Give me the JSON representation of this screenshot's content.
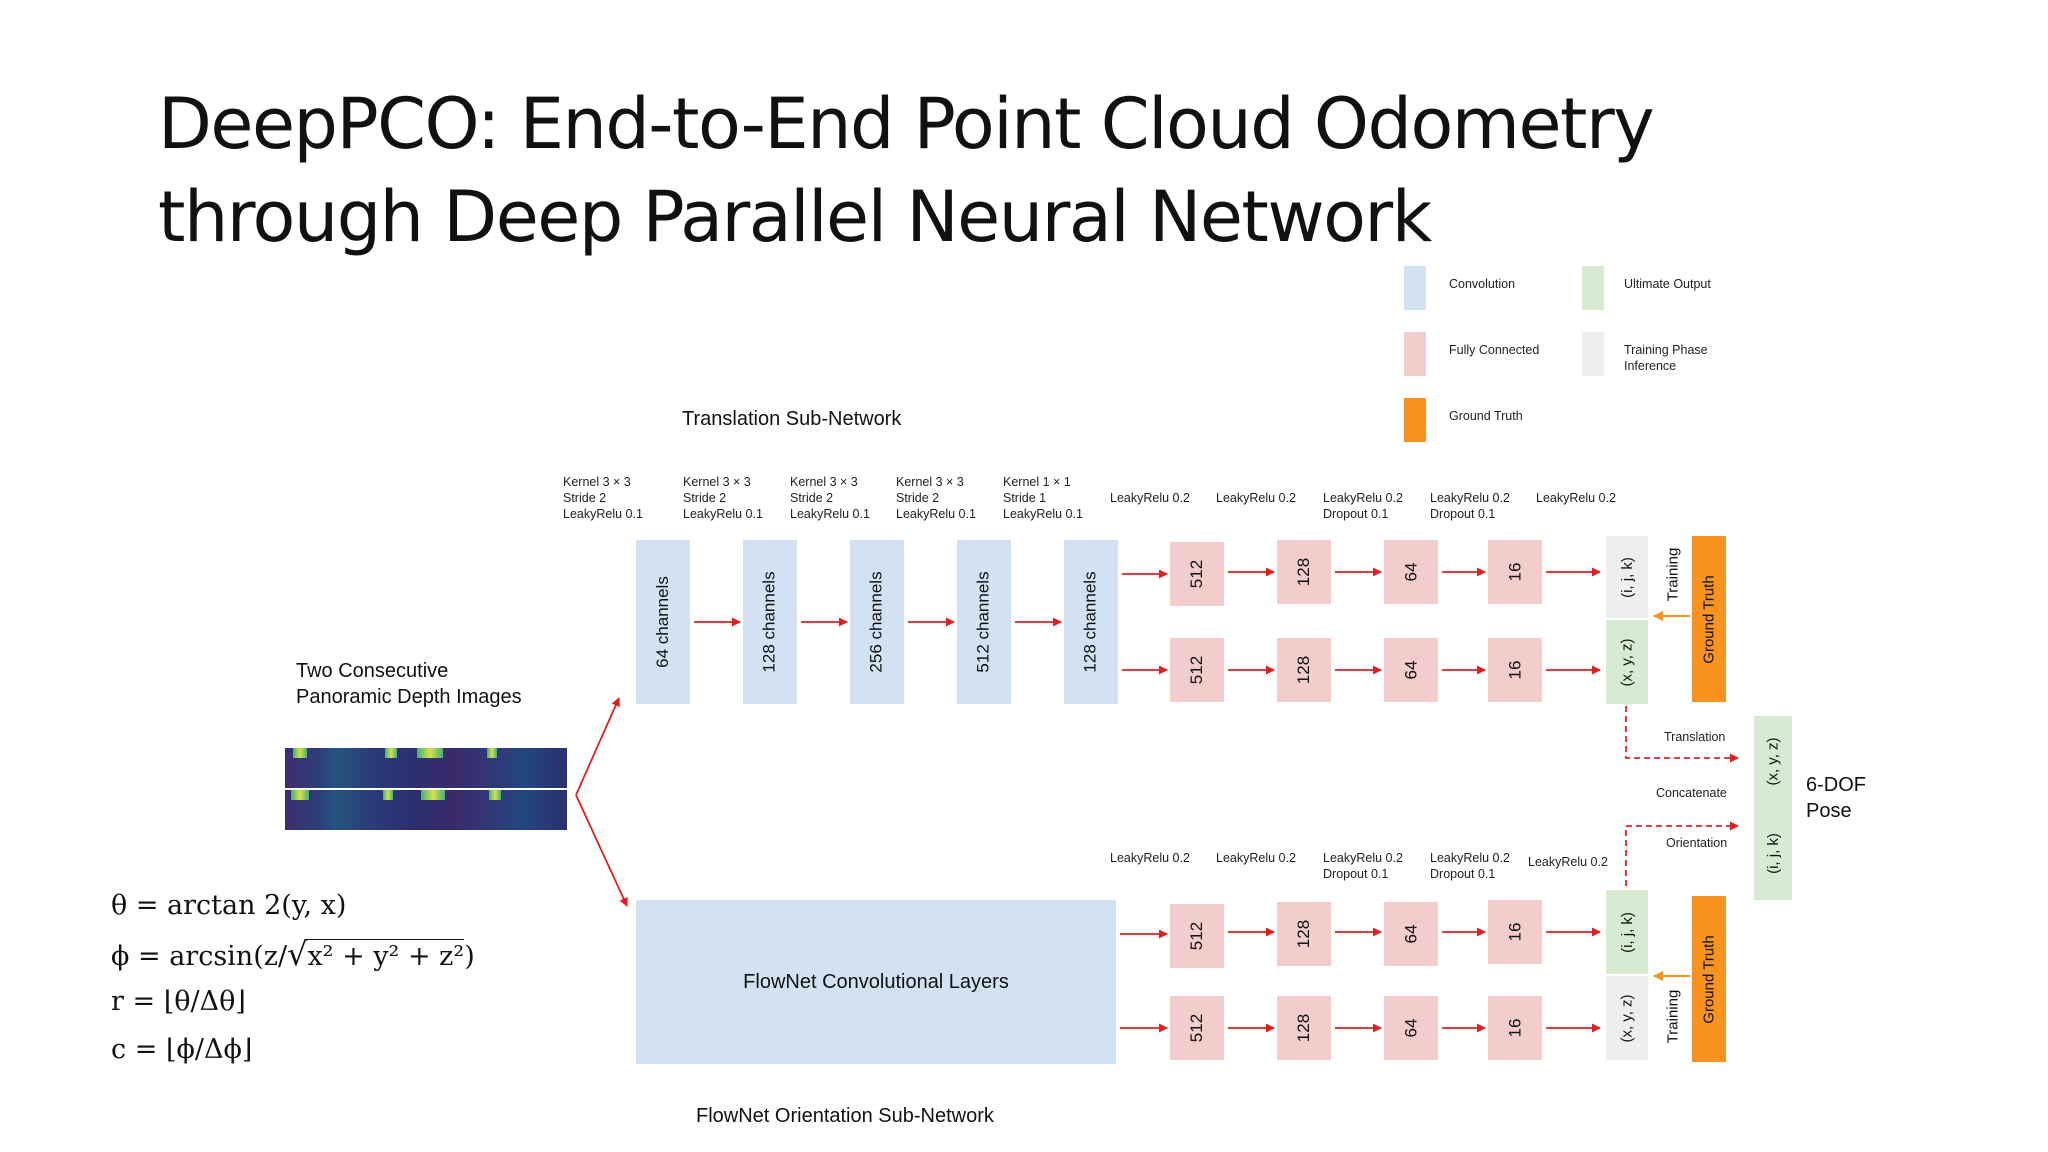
{
  "title": {
    "line1": "DeepPCO: End-to-End Point Cloud Odometry",
    "line2": "through Deep Parallel Neural Network"
  },
  "legend": {
    "convolution": "Convolution",
    "fully_connected": "Fully Connected",
    "ground_truth": "Ground Truth",
    "ultimate_output": "Ultimate Output",
    "training_phase": "Training Phase",
    "inference": "Inference",
    "colors": {
      "convolution": "#d3e2f2",
      "fully_connected": "#f3cccc",
      "ground_truth": "#f7931e",
      "ultimate_output": "#d7ead2",
      "training_phase": "#eeeeee",
      "arrow": "#e02020"
    }
  },
  "translation": {
    "title": "Translation Sub-Network",
    "conv_params": [
      [
        "Kernel 3 × 3",
        "Stride 2",
        "LeakyRelu 0.1"
      ],
      [
        "Kernel 3 × 3",
        "Stride 2",
        "LeakyRelu 0.1"
      ],
      [
        "Kernel 3 × 3",
        "Stride 2",
        "LeakyRelu 0.1"
      ],
      [
        "Kernel 3 × 3",
        "Stride 2",
        "LeakyRelu 0.1"
      ],
      [
        "Kernel 1 × 1",
        "Stride 1",
        "LeakyRelu 0.1"
      ]
    ],
    "fc_params": [
      [
        "LeakyRelu 0.2"
      ],
      [
        "LeakyRelu 0.2"
      ],
      [
        "LeakyRelu 0.2",
        "Dropout 0.1"
      ],
      [
        "LeakyRelu 0.2",
        "Dropout 0.1"
      ],
      [
        "LeakyRelu 0.2"
      ]
    ],
    "conv_layers": [
      "64 channels",
      "128 channels",
      "256 channels",
      "512 channels",
      "128  channels"
    ],
    "fc_top": [
      "512",
      "128",
      "64",
      "16"
    ],
    "fc_bottom": [
      "512",
      "128",
      "64",
      "16"
    ],
    "out_top": "(i, j, k)",
    "out_bottom": "(x, y, z)",
    "training": "Training",
    "ground_truth": "Ground Truth"
  },
  "input": {
    "caption_line1": "Two Consecutive",
    "caption_line2": "Panoramic Depth Images"
  },
  "equations": {
    "theta": "θ = arctan 2(y, x)",
    "phi_prefix": "ϕ = arcsin(z/",
    "phi_radicand": "x² + y² + z²",
    "phi_suffix": ")",
    "r": "r = ⌊θ/Δθ⌋",
    "c": "c = ⌊ϕ/Δϕ⌋"
  },
  "combine": {
    "translation": "Translation",
    "concatenate": "Concatenate",
    "orientation": "Orientation",
    "pose_top": "(x, y, z)",
    "pose_bottom": "(i, j, k)",
    "pose_label_line1": "6-DOF",
    "pose_label_line2": "Pose"
  },
  "orientation": {
    "title": "FlowNet Orientation Sub-Network",
    "flownet": "FlowNet Convolutional Layers",
    "fc_params": [
      [
        "LeakyRelu 0.2"
      ],
      [
        "LeakyRelu 0.2"
      ],
      [
        "LeakyRelu 0.2",
        "Dropout 0.1"
      ],
      [
        "LeakyRelu 0.2",
        "Dropout 0.1"
      ],
      [
        "LeakyRelu 0.2"
      ]
    ],
    "fc_top": [
      "512",
      "128",
      "64",
      "16"
    ],
    "fc_bottom": [
      "512",
      "128",
      "64",
      "16"
    ],
    "out_top": "(i, j, k)",
    "out_bottom": "(x, y, z)",
    "training": "Training",
    "ground_truth": "Ground Truth"
  }
}
